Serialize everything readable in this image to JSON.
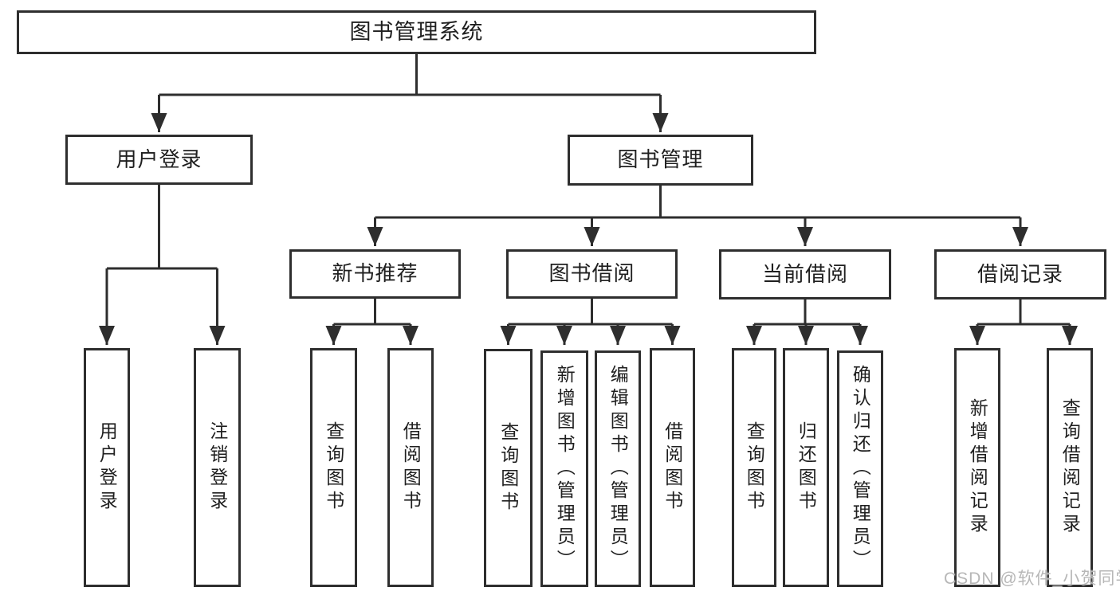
{
  "diagram": {
    "title": "图书管理系统",
    "root": {
      "label": "图书管理系统"
    },
    "level2": [
      {
        "label": "用户登录"
      },
      {
        "label": "图书管理"
      }
    ],
    "level3": [
      {
        "label": "新书推荐",
        "parent": "图书管理"
      },
      {
        "label": "图书借阅",
        "parent": "图书管理"
      },
      {
        "label": "当前借阅",
        "parent": "图书管理"
      },
      {
        "label": "借阅记录",
        "parent": "图书管理"
      }
    ],
    "leaves": [
      {
        "label": "用户登录",
        "parent": "用户登录"
      },
      {
        "label": "注销登录",
        "parent": "用户登录"
      },
      {
        "label": "查询图书",
        "parent": "新书推荐"
      },
      {
        "label": "借阅图书",
        "parent": "新书推荐"
      },
      {
        "label": "查询图书",
        "parent": "图书借阅"
      },
      {
        "label": "新增图书（管理员）",
        "parent": "图书借阅"
      },
      {
        "label": "编辑图书（管理员）",
        "parent": "图书借阅"
      },
      {
        "label": "借阅图书",
        "parent": "图书借阅"
      },
      {
        "label": "查询图书",
        "parent": "当前借阅"
      },
      {
        "label": "归还图书",
        "parent": "当前借阅"
      },
      {
        "label": "确认归还（管理员）",
        "parent": "当前借阅"
      },
      {
        "label": "新增借阅记录",
        "parent": "借阅记录"
      },
      {
        "label": "查询借阅记录",
        "parent": "借阅记录"
      }
    ]
  },
  "colors": {
    "line": "#2e2e2e",
    "text": "#1f1f1f",
    "box_background": "#ffffff",
    "watermark": "#b7b7b7"
  },
  "watermark": {
    "text": "CSDN @软件_小贺同学"
  }
}
